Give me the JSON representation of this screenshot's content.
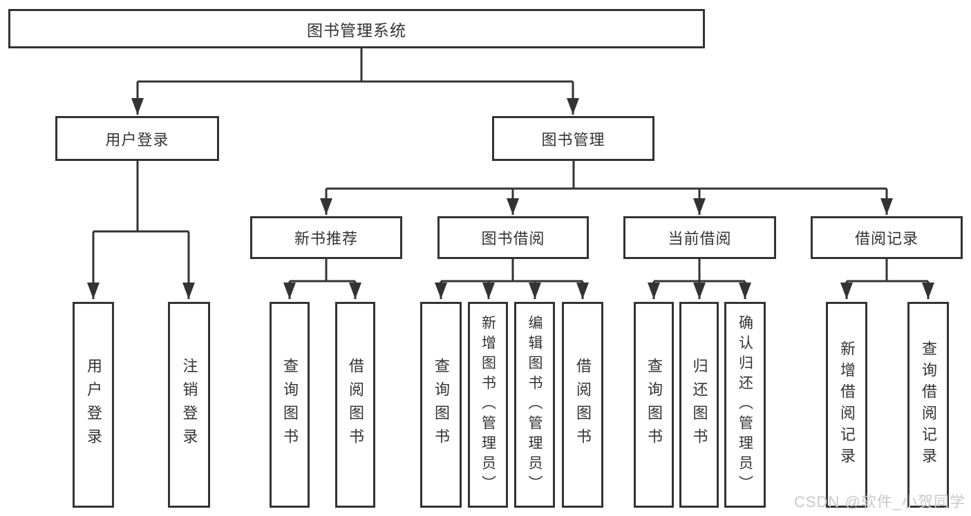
{
  "tree": {
    "root": {
      "label": "图书管理系统"
    },
    "branches": [
      {
        "label": "用户登录",
        "children": [
          {
            "label": "用户登录"
          },
          {
            "label": "注销登录"
          }
        ]
      },
      {
        "label": "图书管理",
        "groups": [
          {
            "label": "新书推荐",
            "children": [
              {
                "label": "查询图书"
              },
              {
                "label": "借阅图书"
              }
            ]
          },
          {
            "label": "图书借阅",
            "children": [
              {
                "label": "查询图书"
              },
              {
                "label": "新增图书（管理员）"
              },
              {
                "label": "编辑图书（管理员）"
              },
              {
                "label": "借阅图书"
              }
            ]
          },
          {
            "label": "当前借阅",
            "children": [
              {
                "label": "查询图书"
              },
              {
                "label": "归还图书"
              },
              {
                "label": "确认归还（管理员）"
              }
            ]
          },
          {
            "label": "借阅记录",
            "children": [
              {
                "label": "新增借阅记录"
              },
              {
                "label": "查询借阅记录"
              }
            ]
          }
        ]
      }
    ]
  },
  "watermark": "CSDN @软件_小贺同学",
  "colors": {
    "line": "#333333",
    "text": "#333333",
    "watermark": "#c9c9c9",
    "background": "#ffffff"
  }
}
